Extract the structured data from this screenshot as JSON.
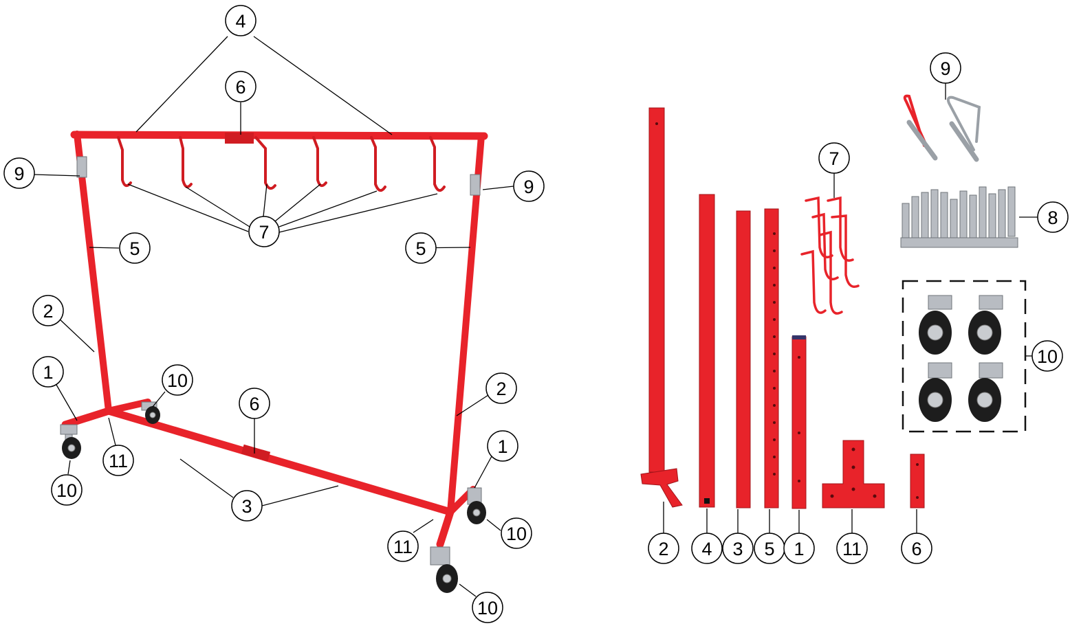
{
  "colors": {
    "frame": "#e8232a",
    "frame_dark": "#a0141a",
    "metal": "#b8bcc2",
    "tyre": "#1d1d1d"
  },
  "callouts": {
    "n1": "1",
    "n2": "2",
    "n3": "3",
    "n4": "4",
    "n5": "5",
    "n6": "6",
    "n7": "7",
    "n8": "8",
    "n9": "9",
    "n10": "10",
    "n11": "11"
  }
}
